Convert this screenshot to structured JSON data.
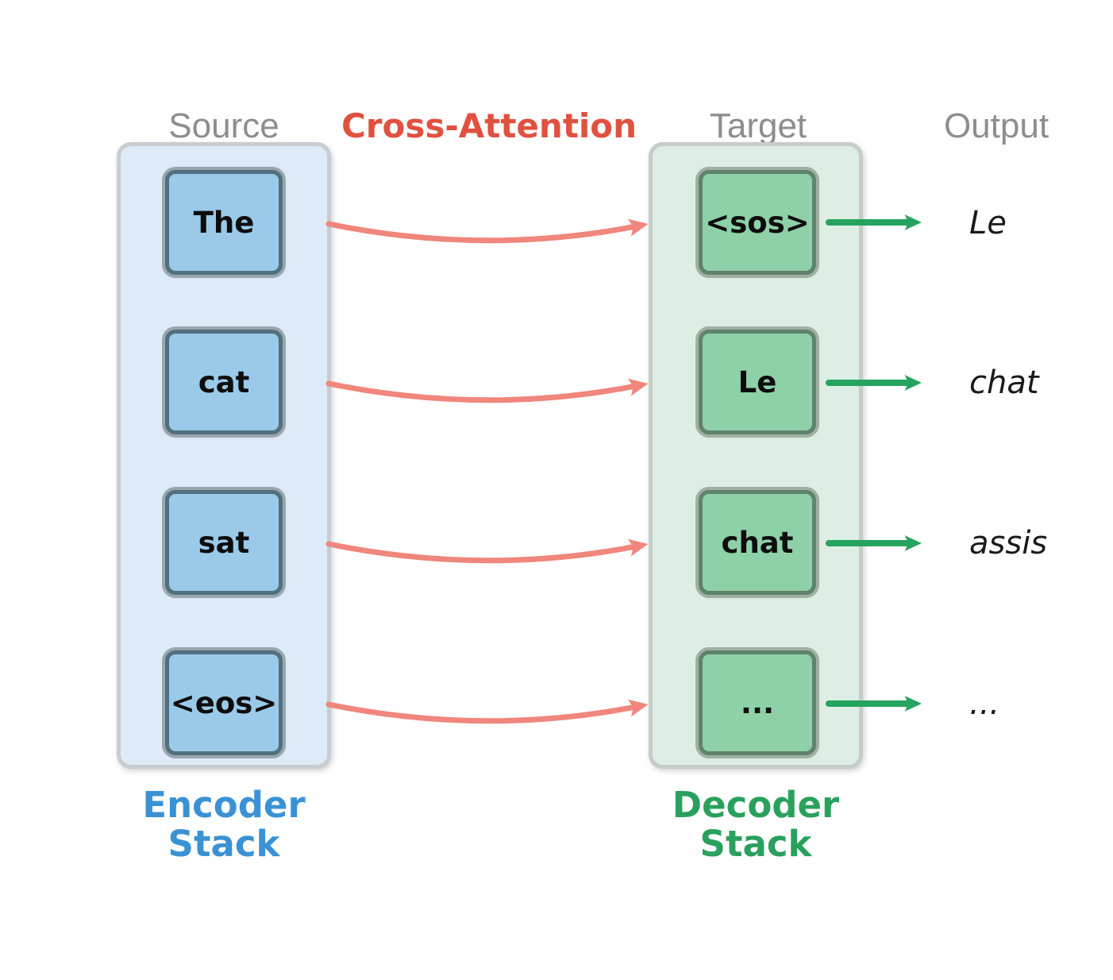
{
  "headers": {
    "source": "Source",
    "cross_attention": "Cross-Attention",
    "target": "Target",
    "output": "Output"
  },
  "encoder": {
    "label": "Encoder\nStack",
    "tokens": [
      "The",
      "cat",
      "sat",
      "<eos>"
    ]
  },
  "decoder": {
    "label": "Decoder\nStack",
    "tokens": [
      "<sos>",
      "Le",
      "chat",
      "..."
    ]
  },
  "outputs": [
    "Le",
    "chat",
    "assis",
    "..."
  ],
  "icons": {
    "cross_attention_arrow": "curved-right-arrow",
    "output_arrow": "straight-right-arrow"
  },
  "colors": {
    "encoder_stack_bg": "#dcebf7",
    "encoder_stack_border": "#c9ccd0",
    "encoder_box_bg": "#9bc9e9",
    "encoder_box_border": "#51707f",
    "encoder_box_ring": "#9aa5ad",
    "decoder_stack_bg": "#ddeee4",
    "decoder_stack_border": "#c6ccc7",
    "decoder_box_bg": "#8ed0a8",
    "decoder_box_border": "#5f826c",
    "decoder_box_ring": "#9fb0a3",
    "cross_attention_arrow": "#f0867c",
    "output_arrow": "#24a45f",
    "cross_attention_text": "#e0513f",
    "encoder_label_text": "#3a92d5",
    "decoder_label_text": "#2aa05d",
    "header_text": "#8d8d8d",
    "token_text": "#0d0d0d",
    "output_text": "#1a1a1a"
  }
}
